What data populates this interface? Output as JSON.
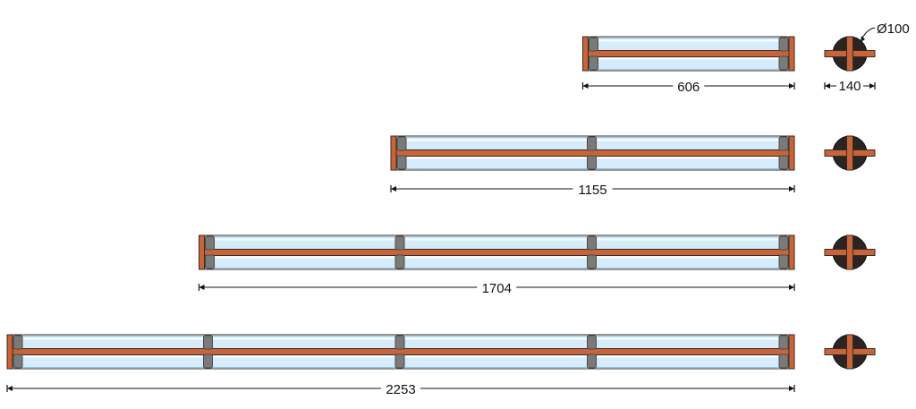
{
  "colors": {
    "background": "#ffffff",
    "frame": "#c8643a",
    "frame_outline": "#3a2a22",
    "tube_fill": "#d6ecfb",
    "tube_edge": "#8fc7ec",
    "cap": "#7a7a7a",
    "cap_dark": "#4a4a4a",
    "end_disc": "#2b2422",
    "dimension_line": "#111111"
  },
  "fixtures": [
    {
      "length_label": "606",
      "tube_segments": 1
    },
    {
      "length_label": "1155",
      "tube_segments": 2
    },
    {
      "length_label": "1704",
      "tube_segments": 3
    },
    {
      "length_label": "2253",
      "tube_segments": 4
    }
  ],
  "end_view": {
    "diameter_label": "Ø100",
    "width_label": "140"
  }
}
